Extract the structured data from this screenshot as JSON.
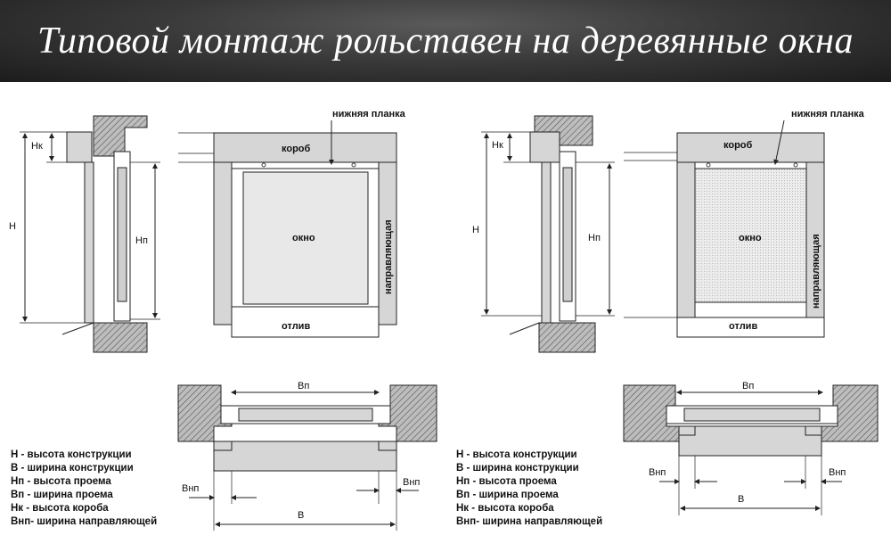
{
  "title": "Типовой монтаж рольставен на деревянные окна",
  "labels": {
    "bottom_slat": "нижняя планка",
    "box": "короб",
    "window": "окно",
    "guide": "направляющая",
    "sill": "отлив",
    "Hk": "Нк",
    "H": "Н",
    "Hp": "Нп",
    "Bp": "Вп",
    "Bnp": "Внп",
    "B": "В"
  },
  "legend": [
    "Н    - высота конструкции",
    "В    - ширина конструкции",
    "Нп   - высота проема",
    "Вп   - ширина проема",
    "Нк   - высота короба",
    "Внп- ширина направляющей"
  ],
  "colors": {
    "title_bg": "#2b2b2b",
    "frame_fill": "#d6d6d6",
    "hatch": "#888888",
    "line": "#222222"
  }
}
